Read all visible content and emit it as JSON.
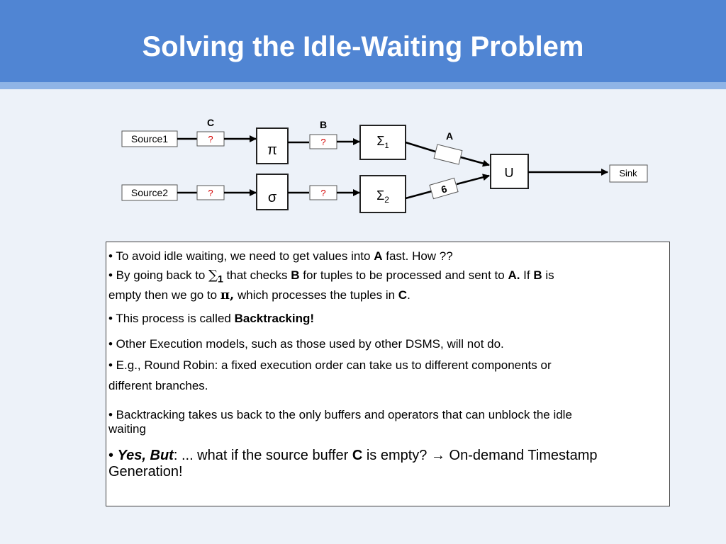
{
  "title": "Solving the Idle-Waiting Problem",
  "diagram": {
    "source1": "Source1",
    "source2": "Source2",
    "buffer_label_c": "C",
    "buffer_label_b": "B",
    "buffer_label_a": "A",
    "buffer_unknown": "?",
    "op_pi": "π",
    "op_sigma": "σ",
    "op_sum": "Σ",
    "sub_1": "1",
    "sub_2": "2",
    "op_union": "U",
    "sink": "Sink",
    "buffer_six": "6"
  },
  "text": {
    "l1a": "• To avoid idle waiting, we need to get values into ",
    "l1b": "A",
    "l1c": " fast. How ??",
    "l2a": "• By going back to ",
    "l2sym": "∑",
    "l2sub": "1",
    "l2b": " that checks ",
    "l2c": "B",
    "l2d": " for tuples to be processed and sent to ",
    "l2e": "A.",
    "l2f": " If ",
    "l2g": "B",
    "l2h": " is",
    "l3a": "empty then we go to ",
    "l3sym": "π,",
    "l3b": " which processes the tuples in ",
    "l3c": "C",
    "l3d": ".",
    "l4a": "• This process is called ",
    "l4b": "Backtracking!",
    "l5": "• Other Execution models, such as those used by other DSMS, will not do.",
    "l6": "• E.g., Round Robin: a fixed execution order can take us to different components or",
    "l7": "different branches.",
    "l8": "• Backtracking takes us back to the only buffers and operators that can unblock the idle",
    "l9": "waiting",
    "l10a": "• ",
    "l10b": "Yes, But",
    "l10c": ": ... what if the source buffer ",
    "l10d": "C",
    "l10e": " is empty? ",
    "l10arrow": "→",
    "l10f": " On-demand Timestamp",
    "l11": "Generation!"
  }
}
